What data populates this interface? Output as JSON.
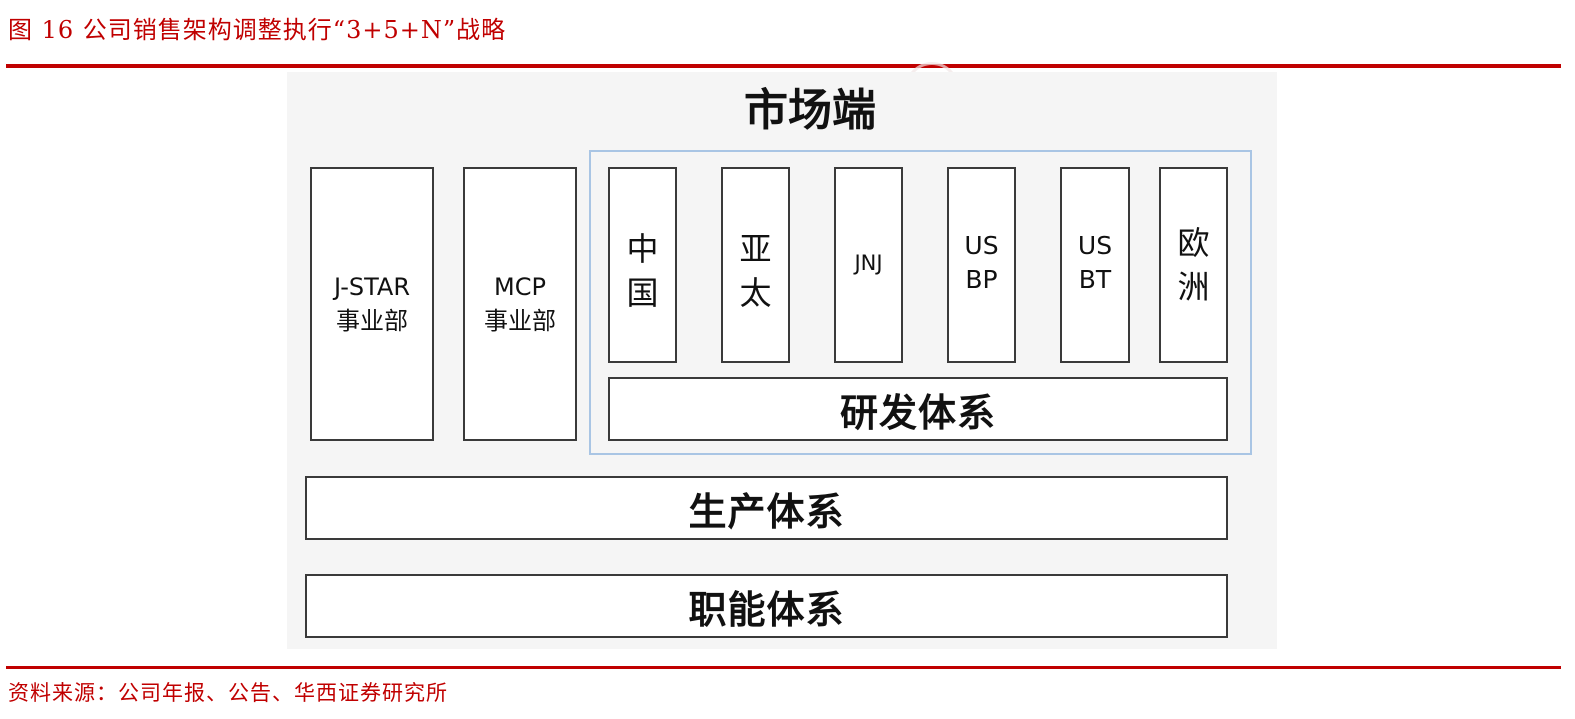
{
  "figure": {
    "title": "图 16   公司销售架构调整执行“3+5+N”战略",
    "source": "资料来源：公司年报、公告、华西证券研究所"
  },
  "diagram": {
    "heading": "市场端",
    "business_units": [
      {
        "label": "J-STAR\n事业部"
      },
      {
        "label": "MCP\n事业部"
      }
    ],
    "regions": [
      {
        "label": "中\n国"
      },
      {
        "label": "亚\n太"
      },
      {
        "label": "JNJ"
      },
      {
        "label": "US\nBP"
      },
      {
        "label": "US\nBT"
      },
      {
        "label": "欧\n洲"
      }
    ],
    "rd_system": "研发体系",
    "production_system": "生产体系",
    "functional_system": "职能体系"
  },
  "colors": {
    "accent_red": "#c00000",
    "group_border_blue": "#a9c5e4",
    "canvas_bg": "#f5f5f5"
  }
}
